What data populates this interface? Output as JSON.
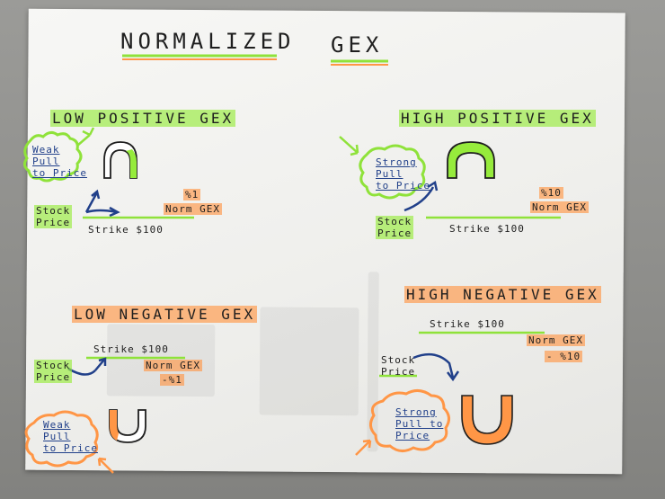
{
  "title": {
    "normalized": "NORMALIZED",
    "gex": "GEX"
  },
  "quadrants": {
    "low_positive": {
      "heading": "LOW POSITIVE GEX",
      "pull_text": [
        "Weak",
        "Pull",
        "to Price"
      ],
      "stock_label": [
        "Stock",
        "Price"
      ],
      "gex_value": "%1",
      "gex_label": "Norm GEX",
      "strike_label": "Strike $100"
    },
    "high_positive": {
      "heading": "HIGH POSITIVE GEX",
      "pull_text": [
        "Strong",
        "Pull",
        "to Price"
      ],
      "stock_label": [
        "Stock",
        "Price"
      ],
      "gex_value": "%10",
      "gex_label": "Norm GEX",
      "strike_label": "Strike $100"
    },
    "low_negative": {
      "heading": "LOW NEGATIVE GEX",
      "strike_label": "Strike $100",
      "stock_label": [
        "Stock",
        "Price"
      ],
      "gex_label": "Norm GEX",
      "gex_value": "-%1",
      "pull_text": [
        "Weak",
        "Pull",
        "to Price"
      ]
    },
    "high_negative": {
      "heading": "HIGH NEGATIVE GEX",
      "strike_label": "Strike $100",
      "gex_label": "Norm GEX",
      "gex_value": "- %10",
      "stock_label": [
        "Stock",
        "Price"
      ],
      "pull_text": [
        "Strong",
        "Pull to",
        "Price"
      ]
    }
  },
  "colors": {
    "green_highlight": "#96eb3c",
    "orange_highlight": "#ff9646",
    "blue_ink": "#21408a",
    "pencil_ink": "#1e1e1e"
  }
}
